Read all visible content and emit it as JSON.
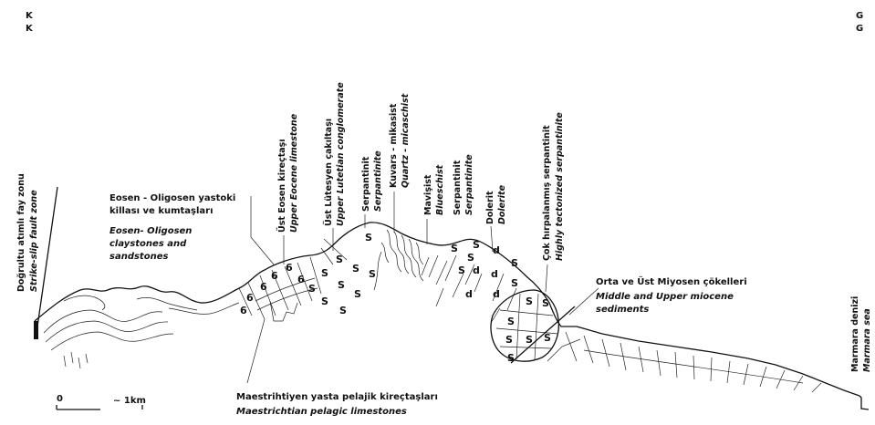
{
  "orientation": {
    "left_top": "K",
    "left_bottom": "K",
    "right_top": "G",
    "right_bottom": "G"
  },
  "fault": {
    "tr": "Doğrultu atımlı fay zonu",
    "en": "Strike-slip fault zone"
  },
  "eocene_sand": {
    "tr1": "Eosen - Oligosen yastoki",
    "tr2": "killası ve kumtaşları",
    "en1": "Eosen- Oligosen",
    "en2": "claystones and",
    "en3": "sandstones"
  },
  "upper_eocene": {
    "tr": "Üst Eosen kireçtaşı",
    "en": "Upper Eocene limestone"
  },
  "lutetian": {
    "tr": "Üst Lütesyen çakıltaşı",
    "en": "Upper Lutetian conglomerate"
  },
  "serp1": {
    "tr": "Serpantinit",
    "en": "Serpantinite"
  },
  "quartz": {
    "tr": "Kuvars - mikasist",
    "en": "Quartz - micaschist"
  },
  "blueschist": {
    "tr": "Mavişist",
    "en": "Blueschist"
  },
  "serp2": {
    "tr": "Serpantinit",
    "en": "Serpantinite"
  },
  "dolerite": {
    "tr": "Dolerit",
    "en": "Dolerite"
  },
  "tectonized": {
    "tr": "Çok hırpalanmış serpantinit",
    "en": "Highly tectonized serpantinite"
  },
  "miocene": {
    "tr": "Orta ve Üst Miyosen çökelleri",
    "en1": "Middle and Upper miocene",
    "en2": "sediments"
  },
  "maastrichtian": {
    "tr": "Maestrihtiyen yasta pelajik kireçtaşları",
    "en": "Maestrichtian pelagic limestones"
  },
  "sea": {
    "tr": "Marmara denizi",
    "en": "Marmara sea"
  },
  "scale": {
    "zero": "0",
    "value": "~ 1km"
  },
  "symbols": {
    "serpentine": "S",
    "dolerite": "d",
    "eocene": "6"
  }
}
